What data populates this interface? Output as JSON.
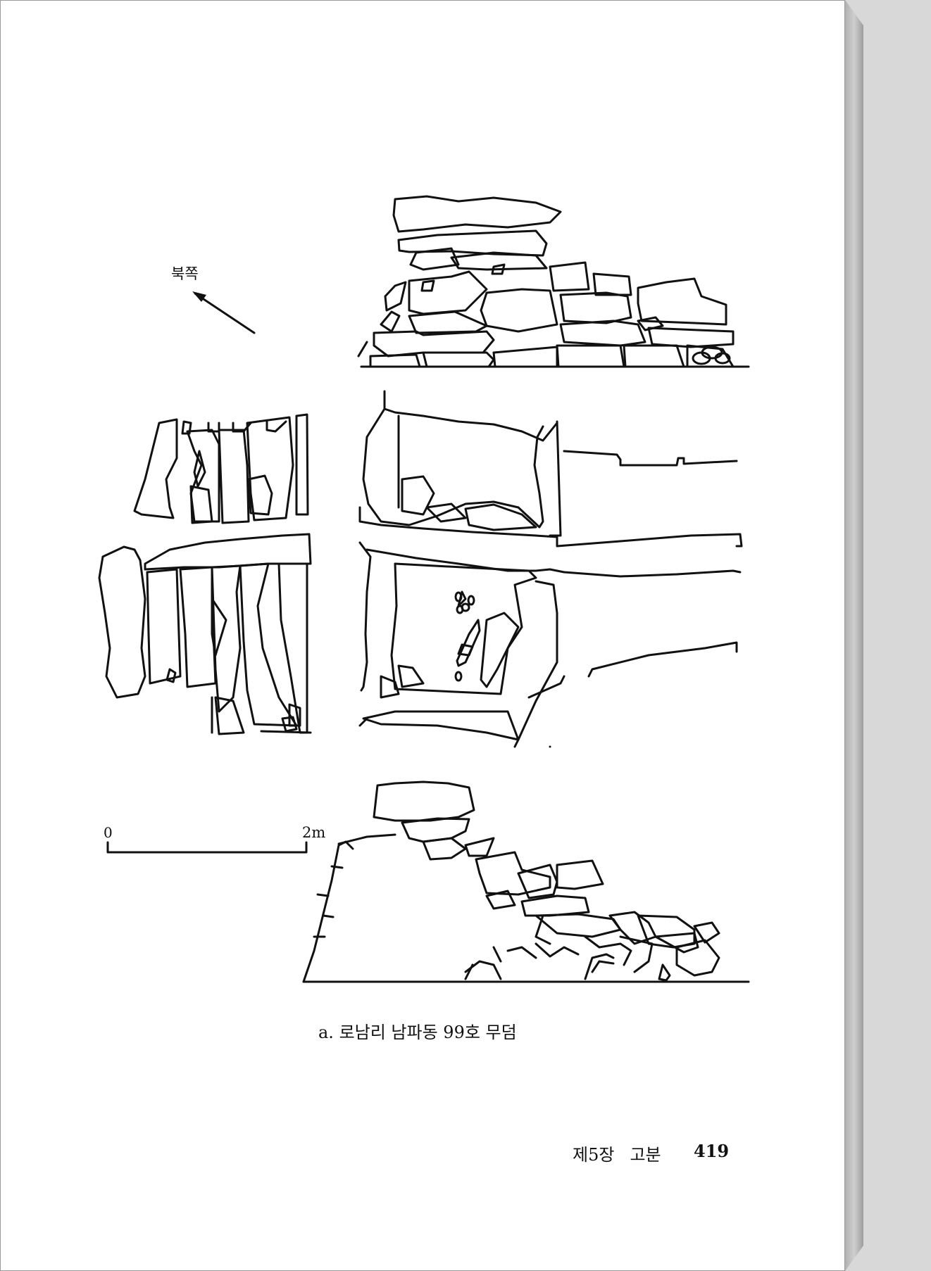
{
  "figure": {
    "north_label": "북쪽",
    "scale": {
      "start_label": "0",
      "end_label": "2m"
    },
    "caption": "a. 로남리 남파동 99호 무덤"
  },
  "footer": {
    "chapter": "제5장",
    "section": "고분",
    "page_number": "419"
  },
  "colors": {
    "ink": "#111111",
    "paper": "#ffffff",
    "page_edge": "#b0b0b0"
  }
}
